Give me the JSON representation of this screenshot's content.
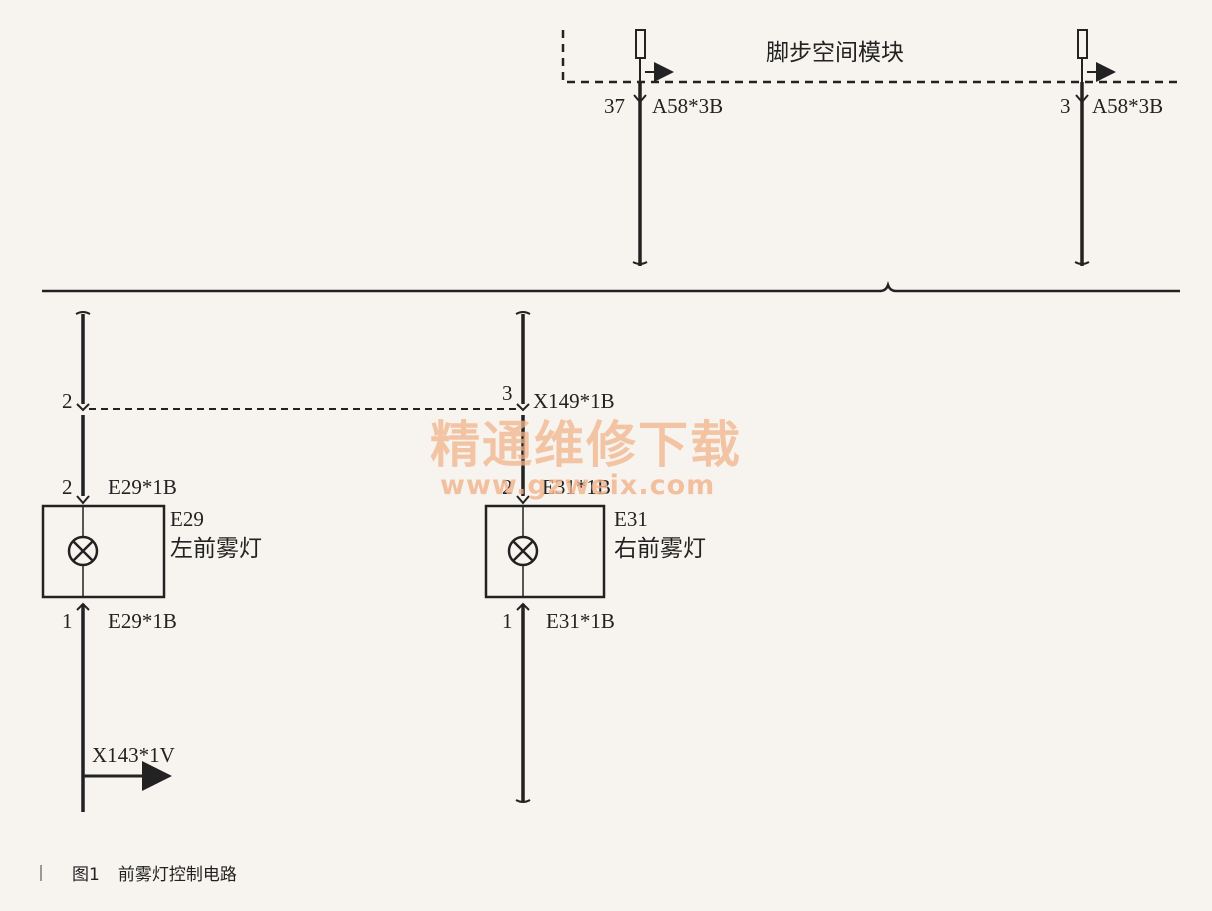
{
  "module": {
    "title": "脚步空间模块"
  },
  "pins": {
    "top_left_pin": "37",
    "top_left_connector": "A58*3B",
    "top_right_pin": "3",
    "top_right_connector": "A58*3B",
    "splice_left_pin": "2",
    "splice_right_pin": "3",
    "splice_connector": "X149*1B",
    "e29_top_pin": "2",
    "e29_top_connector": "E29*1B",
    "e31_top_pin": "2",
    "e31_top_connector": "E31*1B",
    "e29_bottom_pin": "1",
    "e29_bottom_connector": "E29*1B",
    "e31_bottom_pin": "1",
    "e31_bottom_connector": "E31*1B",
    "ground_connector": "X143*1V"
  },
  "components": {
    "e29_code": "E29",
    "e29_name": "左前雾灯",
    "e31_code": "E31",
    "e31_name": "右前雾灯"
  },
  "watermark": {
    "text": "精通维修下载",
    "url": "www.gzweix.com"
  },
  "caption": {
    "figure": "图1",
    "title": "前雾灯控制电路"
  }
}
